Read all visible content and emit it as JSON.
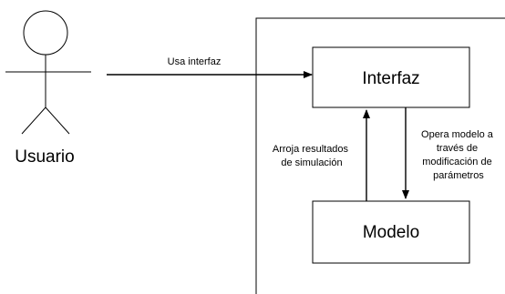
{
  "actor": {
    "label": "Usuario"
  },
  "edges": {
    "uses": "Usa interfaz",
    "returns": [
      "Arroja resultados",
      "de simulación"
    ],
    "operates": [
      "Opera modelo a",
      "través de",
      "modificación de",
      "parámetros"
    ]
  },
  "boxes": {
    "interface": "Interfaz",
    "model": "Modelo"
  }
}
